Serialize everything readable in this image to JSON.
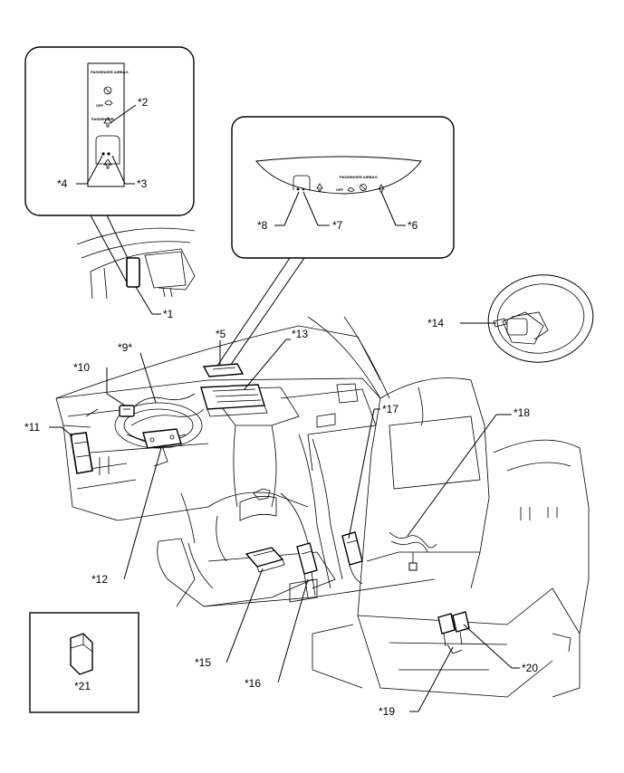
{
  "callouts": {
    "c1": "*1",
    "c2": "*2",
    "c3": "*3",
    "c4": "*4",
    "c5": "*5",
    "c6": "*6",
    "c7": "*7",
    "c8": "*8",
    "c9": "*9*",
    "c10": "*10",
    "c11": "*11",
    "c12": "*12",
    "c13": "*13",
    "c14": "*14",
    "c15": "*15",
    "c16": "*16",
    "c17": "*17",
    "c18": "*18",
    "c19": "*19",
    "c20": "*20",
    "c21": "*21"
  },
  "panel_left": {
    "title": "PASSENGER AIRBAG",
    "off": "OFF",
    "passenger": "PASSENGER"
  },
  "panel_right": {
    "title": "PASSENGER AIRBAG",
    "off": "OFF"
  }
}
